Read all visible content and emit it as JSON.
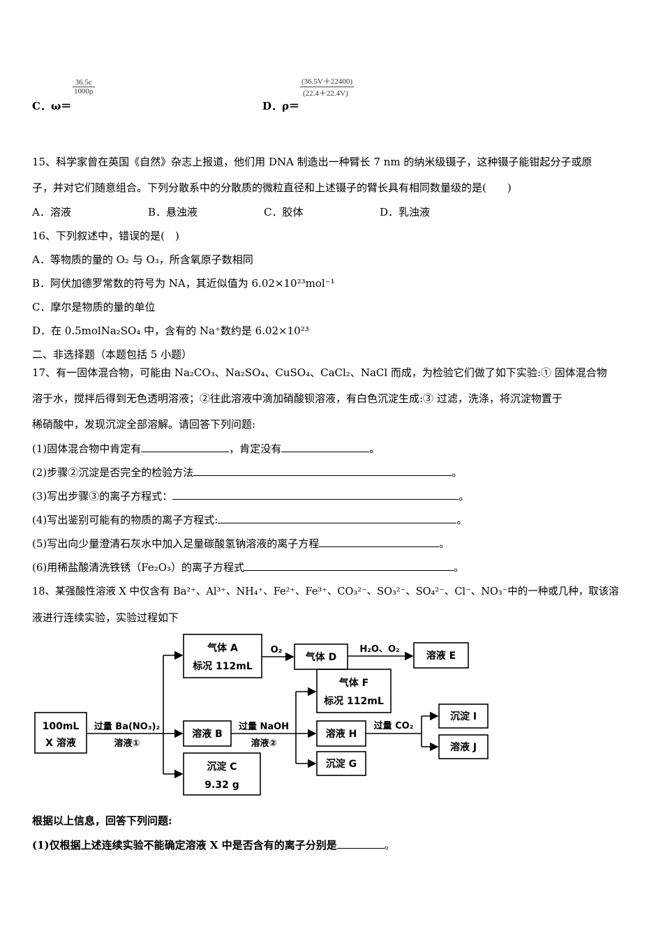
{
  "q14_options": {
    "c_label": "C．ω＝",
    "c_num": "36.5c",
    "c_den": "1000ρ",
    "d_label": "D．ρ＝",
    "d_num": "(36.5V＋22400)",
    "d_den": "(22.4＋22.4V)"
  },
  "q15": {
    "line1": "15、科学家曾在英国《自然》杂志上报道，他们用 DNA 制造出一种臂长 7 nm 的纳米级镊子，这种镊子能钳起分子或原",
    "line2": "子，并对它们随意组合。下列分散系中的分散质的微粒直径和上述镊子的臂长具有相同数量级的是(　　)",
    "a": "A．溶液",
    "b": "B．悬浊液",
    "c": "C．胶体",
    "d": "D．乳浊液"
  },
  "q16": {
    "stem": "16、下列叙述中，错误的是(　)",
    "a": "A．等物质的量的 O₂ 与 O₃，所含氧原子数相同",
    "b": "B．阿伏加德罗常数的符号为 NA，其近似值为 6.02×10²³mol⁻¹",
    "c": "C．摩尔是物质的量的单位",
    "d": "D．在 0.5molNa₂SO₄ 中，含有的 Na⁺数约是 6.02×10²³"
  },
  "section2": "二、非选择题（本题包括 5 小题）",
  "q17": {
    "line1": "17、有一固体混合物，可能由 Na₂CO₃、Na₂SO₄、CuSO₄、CaCl₂、NaCl 而成，为检验它们做了如下实验:① 固体混合物",
    "line2": "溶于水，搅拌后得到无色透明溶液；②往此溶液中滴加硝酸钡溶液，有白色沉淀生成:③ 过滤，洗涤，将沉淀物置于",
    "line3": "稀硝酸中，发现沉淀全部溶解。请回答下列问题:",
    "p1a": "(1)固体混合物中肯定有",
    "p1b": "，肯定没有",
    "p1c": "。",
    "p2": "(2)步骤②沉淀是否完全的检验方法",
    "p3": "(3)写出步骤③的离子方程式：",
    "p4": "(4)写出鉴别可能有的物质的离子方程式:",
    "p5": "(5)写出向少量澄清石灰水中加入足量碳酸氢钠溶液的离子方程",
    "p6": "(6)用稀盐酸清洗铁锈（Fe₂O₃）的离子方程式",
    "end": "。"
  },
  "q18": {
    "line1": "18、某强酸性溶液 X 中仅含有 Ba²⁺、Al³⁺、NH₄⁺、Fe²⁺、Fe³⁺、CO₃²⁻、SO₃²⁻、SO₄²⁻、Cl⁻、NO₃⁻中的一种或几种，取该溶",
    "line2": "液进行连续实验，实验过程如下",
    "after": "根据以上信息，回答下列问题:",
    "p1": "(1)仅根据上述连续实验不能确定溶液 X 中是否含有的离子分别是",
    "p1end": "。"
  },
  "diagram": {
    "x_line1": "100mL",
    "x_line2": "X 溶液",
    "arrow1_top": "过量 Ba(NO₃)₂",
    "arrow1_bottom": "溶液①",
    "gasA_line1": "气体 A",
    "gasA_line2": "标况 112mL",
    "o2": "O₂",
    "gasD": "气体 D",
    "h2o_o2": "H₂O、O₂",
    "solE": "溶液 E",
    "solB": "溶液 B",
    "arrow2_top": "过量 NaOH",
    "arrow2_bottom": "溶液②",
    "precC_line1": "沉淀 C",
    "precC_line2": "9.32 g",
    "gasF_line1": "气体 F",
    "gasF_line2": "标况 112mL",
    "solH": "溶液 H",
    "precG": "沉淀 G",
    "co2": "过量 CO₂",
    "precI": "沉淀 I",
    "solJ": "溶液 J"
  }
}
